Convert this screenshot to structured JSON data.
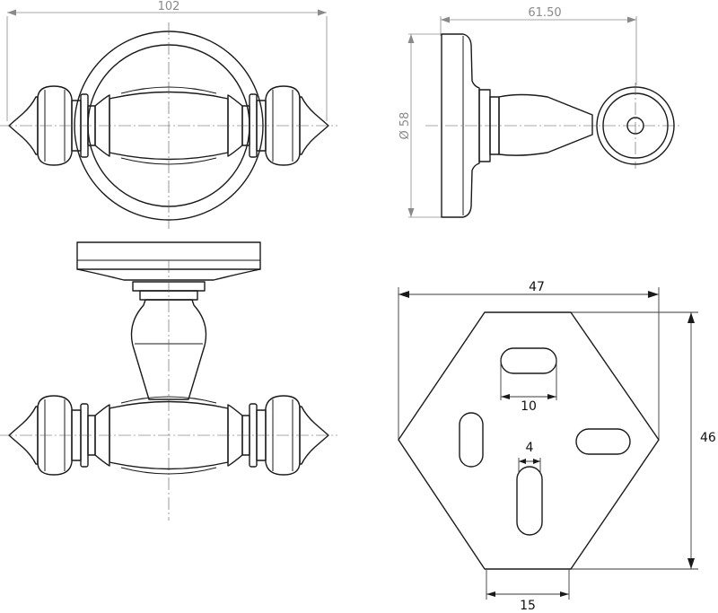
{
  "labels": {
    "front_width": "102",
    "side_depth": "61.50",
    "side_diameter": "Ø 58",
    "plate_width": "47",
    "plate_height": "46",
    "slot_top_width": "10",
    "slot_center_width": "4",
    "plate_bottom_width": "15"
  }
}
